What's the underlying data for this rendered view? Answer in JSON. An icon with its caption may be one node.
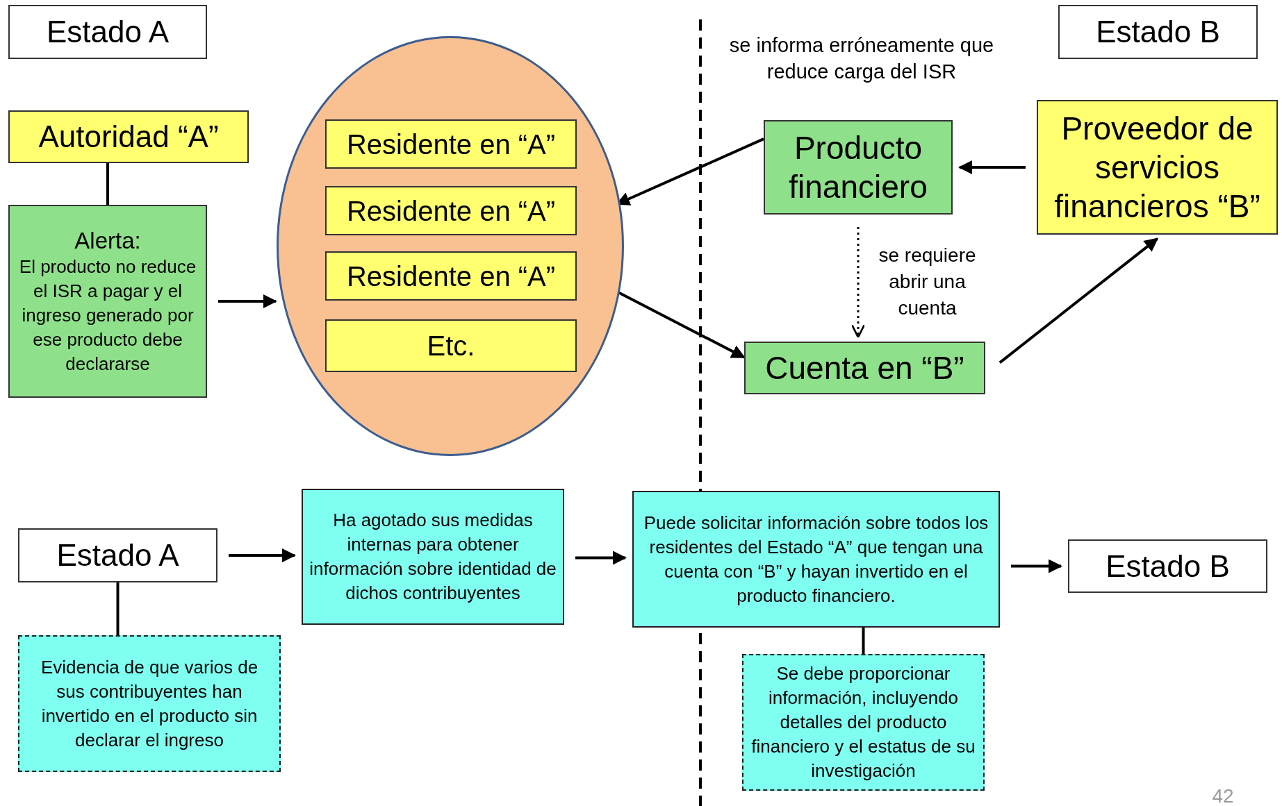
{
  "diagram": {
    "nodes": [
      {
        "text": [
          "Estado A"
        ]
      },
      {
        "text": [
          "Autoridad “A”"
        ]
      },
      {
        "text": [
          "Alerta:",
          "El producto no reduce el ISR a pagar y el ingreso generado por ese producto debe declararse"
        ]
      },
      {
        "text": [],
        "shape": "circle"
      },
      {
        "text": [
          "Residente en “A”"
        ],
        "in": 3
      },
      {
        "text": [
          "Residente en “A”"
        ],
        "in": 3
      },
      {
        "text": [
          "Residente en “A”"
        ],
        "in": 3
      },
      {
        "text": [
          "Etc."
        ],
        "in": 3
      },
      {
        "text": [
          "Estado B"
        ]
      },
      {
        "text": [
          "Producto financiero"
        ]
      },
      {
        "text": [
          "Proveedor de servicios financieros “B”"
        ]
      },
      {
        "text": [
          "Cuenta en “B”"
        ]
      },
      {
        "text": [
          "Estado A"
        ]
      },
      {
        "text": [
          "Evidencia de que varios de sus contribuyentes han invertido en el producto sin declarar el ingreso"
        ]
      },
      {
        "text": [
          "Ha agotado sus medidas internas para obtener información sobre identidad de dichos contribuyentes"
        ]
      },
      {
        "text": [
          "Puede solicitar información sobre todos los residentes del Estado “A” que tengan una cuenta con “B” y hayan invertido en el producto financiero."
        ]
      },
      {
        "text": [
          "Estado B"
        ]
      },
      {
        "text": [
          "Se debe proporcionar información, incluyendo detalles del producto financiero y el estatus de su investigación"
        ]
      }
    ],
    "edges": [
      {
        "from": 1,
        "to": 2,
        "arrow": "none"
      },
      {
        "from": 2,
        "to": 3,
        "arrow": "to"
      },
      {
        "from": 10,
        "to": 9,
        "arrow": "to"
      },
      {
        "from": 9,
        "to": 3,
        "arrow": "to"
      },
      {
        "from": 9,
        "to": 11,
        "arrow": "to",
        "style": "dashed",
        "label": "se requiere abrir una cuenta"
      },
      {
        "from": 3,
        "to": 11,
        "arrow": "to"
      },
      {
        "from": 11,
        "to": 10,
        "arrow": "to"
      },
      {
        "from": 12,
        "to": 13,
        "arrow": "none"
      },
      {
        "from": 12,
        "to": 14,
        "arrow": "to"
      },
      {
        "from": 14,
        "to": 15,
        "arrow": "to"
      },
      {
        "from": 15,
        "to": 16,
        "arrow": "to"
      },
      {
        "from": 15,
        "to": 17,
        "arrow": "none"
      }
    ],
    "labels": [
      "se informa erróneamente que reduce carga del ISR",
      "42"
    ]
  }
}
